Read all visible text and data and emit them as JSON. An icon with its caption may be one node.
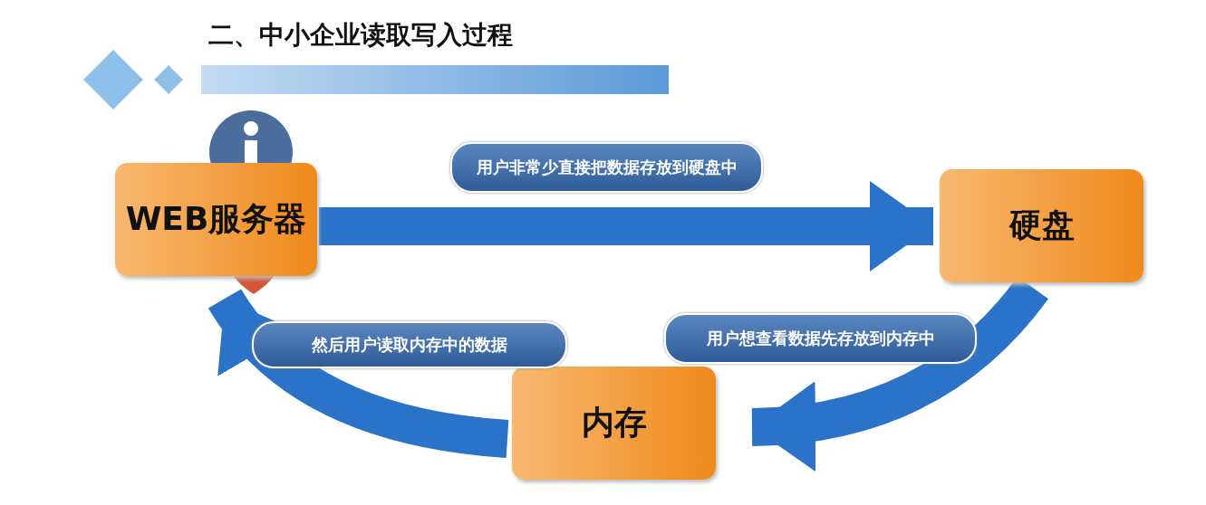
{
  "diagram": {
    "title": "二、中小企业读取写入过程",
    "nodes": [
      {
        "text": [
          "WEB服务器"
        ]
      },
      {
        "text": [
          "硬盘"
        ]
      },
      {
        "text": [
          "内存"
        ]
      }
    ],
    "edges": [
      {
        "from": 0,
        "to": 1,
        "arrow": "to",
        "label": "用户非常少直接把数据存放到硬盘中"
      },
      {
        "from": 1,
        "to": 2,
        "arrow": "to",
        "label": "用户想查看数据先存放到内存中"
      },
      {
        "from": 2,
        "to": 0,
        "arrow": "to",
        "label": "然后用户读取内存中的数据"
      }
    ]
  }
}
